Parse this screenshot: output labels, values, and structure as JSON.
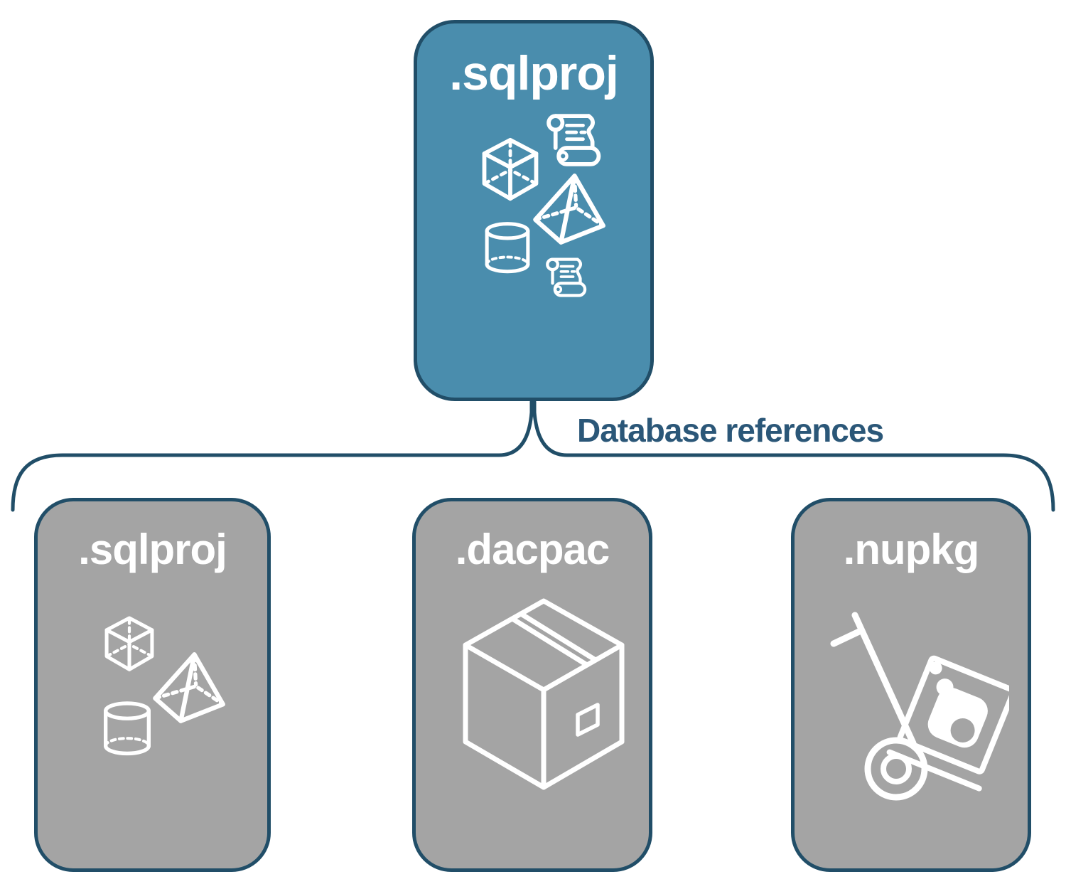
{
  "diagram": {
    "root": {
      "title": ".sqlproj",
      "icons": [
        "scroll-icon",
        "cube-icon",
        "pyramid-icon",
        "cylinder-icon",
        "scroll-icon"
      ]
    },
    "connector": {
      "label": "Database references"
    },
    "children": [
      {
        "title": ".sqlproj",
        "icons": [
          "cube-icon",
          "pyramid-icon",
          "cylinder-icon"
        ]
      },
      {
        "title": ".dacpac",
        "icons": [
          "package-box-icon"
        ]
      },
      {
        "title": ".nupkg",
        "icons": [
          "nuget-package-dolly-icon"
        ]
      }
    ],
    "colors": {
      "root_fill": "#4A8DAD",
      "child_fill": "#A4A4A4",
      "outline": "#214E68",
      "label_text": "#2B5778",
      "icon_stroke": "#FFFFFF"
    }
  }
}
